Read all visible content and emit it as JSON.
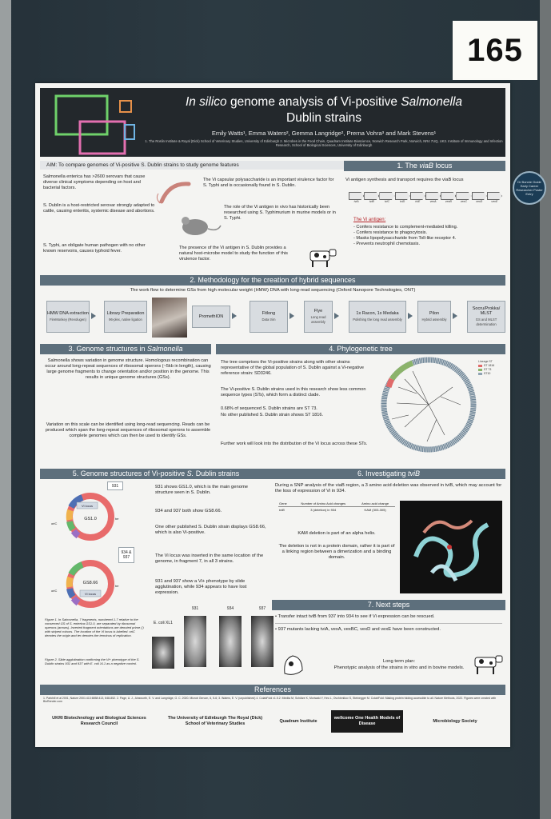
{
  "board": {
    "poster_number": "165",
    "sticker_text": "Dr Bonnie Guide Early Career Researcher Poster Entry"
  },
  "header": {
    "title_prefix": "In silico",
    "title_main": " genome analysis of Vi-positive ",
    "title_salmonella": "Salmonella",
    "title_line2": "Dublin strains",
    "authors": "Emily Watts¹, Emma Waters², Gemma Langridge², Prerna Vohra³ and Mark Stevens¹",
    "affiliations": "1. The Roslin Institute & Royal (Dick) School of Veterinary Studies, University of Edinburgh  2. Microbes in the Food Chain, Quadram Institute Bioscience, Norwich Research Park, Norwich, NR4 7UQ, UK3. Institute of Immunology and Infection Research, School of Biological Sciences, University of Edinburgh"
  },
  "aim": {
    "text": "AIM: To compare genomes of Vi-positive S. Dublin strains to study genome features",
    "p1": "Salmonella enterica has >2600 serovars that cause diverse clinical symptoms depending on host and bacterial factors.",
    "p2": "S. Dublin is a host-restricted serovar strongly adapted to cattle, causing enteritis, systemic disease and abortions.",
    "p3": "S. Typhi, an obligate human pathogen with no other known reservoirs, causes typhoid fever.",
    "p4": "The Vi capsular polysaccharide is an important virulence factor for S. Typhi and is occasionally found in S. Dublin.",
    "p5": "The role of the Vi antigen in vivo has historically been researched using S. Typhimurium in murine models or in S. Typhi.",
    "p6": "The presence of the Vi antigen in S. Dublin provides a natural host-microbe model to study the function of this virulence factor."
  },
  "viab": {
    "heading": "1. The viaB locus",
    "intro": "Vi antigen synthesis and transport requires the viaB locus",
    "genes": [
      "tviA",
      "tviB",
      "tviC",
      "tviD",
      "tviE",
      "vexA",
      "vexB",
      "vexC",
      "vexD",
      "vexE"
    ],
    "antigen_title": "The Vi antigen:",
    "bullets": [
      "Confers resistance to complement-mediated killing.",
      "Confers resistance to phagocytosis.",
      "Masks lipopolysaccharide from Toll-like receptor 4.",
      "Prevents neutrophil chemotaxis."
    ]
  },
  "methods": {
    "heading": "2. Methodology for the creation of hybrid sequences",
    "intro": "The work flow to determine GSs from high molecular weight (HMW) DNA with long-read sequencing (Oxford Nanopore Technologies, ONT)",
    "steps": [
      {
        "title": "HMW DNA extraction",
        "sub": "FireMonkey (Revolugen)"
      },
      {
        "title": "Library Preparation",
        "sub": "96-plex, native ligation"
      },
      {
        "title": "PromethION",
        "sub": ""
      },
      {
        "title": "Fitlong",
        "sub": "Data trim"
      },
      {
        "title": "Flye",
        "sub": "Long read assembly"
      },
      {
        "title": "1x Racon, 1x Medaka",
        "sub": "Polishing the long read assembly"
      },
      {
        "title": "Pilon",
        "sub": "Hybrid assembly"
      },
      {
        "title": "Socru/Prokka/ MLST",
        "sub": "GS and MLST determination"
      }
    ]
  },
  "genome_structures": {
    "heading": "3. Genome structures in Salmonella",
    "p1": "Salmonella shows variation in genome structure. Homologous recombination can occur around long-repeat sequences of ribosomal operons (~5kb in length), causing large genome fragments to change orientation and/or position in the genome. This results in unique genome structures (GSs).",
    "p2": "Variation on this scale can be identified using long-read sequencing. Reads can be produced which span the long-repeat sequences of ribosomal operons to assemble complete genomes which can then be used to identify GSs."
  },
  "phylo": {
    "heading": "4. Phylogenetic tree",
    "p1": "The tree comprises the Vi-positive strains along with other strains representative of the global population of S. Dublin against a Vi-negative reference strain: SD3246.",
    "p2": "The Vi-positive S. Dublin strains used in this research show less common sequence types (STs), which form a distinct clade.",
    "p3": "0.68% of sequenced S. Dublin strains are ST 73.",
    "p4": "No other published S. Dublin strain shows ST 1816.",
    "p5": "Further work will look into the distribution of the Vi locus across these STs.",
    "legend_title": "Lineage ST",
    "legend": [
      {
        "label": "ST 1816",
        "color": "#e06a6a"
      },
      {
        "label": "ST 73",
        "color": "#8bb36b"
      },
      {
        "label": "ST10",
        "color": "#8fa3b3"
      }
    ]
  },
  "dublin_gs": {
    "heading": "5. Genome structures of Vi-positive S. Dublin strains",
    "label_931": "931",
    "label_934_937": "934 & 937",
    "circle1_center": "GS1.0",
    "circle2_center": "GS8.66",
    "vi_label": "Vi locus",
    "oric": "oriC",
    "ter": "ter",
    "p1": "931 shows GS1.0, which is the main genome structure seen in S. Dublin.",
    "p2": "934 and 937 both show GS8.66.",
    "p3": "One other published S. Dublin strain displays GS8.66, which is also Vi-positive.",
    "p4": "The Vi locus was inserted in the same location of the genome, in fragment 7, in all 3 strains.",
    "p5": "931 and 937 show a Vi+ phenotype by slide agglutination, while 934 appears to have lost expression.",
    "fig1": "Figure 1. In Salmonella, 7 fragments, numbered 1-7 relative to the conserved GS of S. enterica GS1.0, are separated by ribosomal operons (arrows). Inverted fragment orientations are denoted prime (') with striped colours. The location of the Vi locus is labelled. oriC denotes the origin and ter denotes the terminus of replication.",
    "fig2": "Figure 2. Slide agglutination confirming the Vi+ phenotype of the S. Dublin strains 931 and 937 with E. coli XL1 as a negative control.",
    "slides": [
      "E. coli XL1",
      "931",
      "934",
      "937"
    ]
  },
  "tvib": {
    "heading": "6. Investigating tviB",
    "intro": "During a SNP analysis of the viaB region, a 3 amino acid deletion was observed in tviB, which may account for the loss of expression of Vi in 934.",
    "table_headers": [
      "Gene",
      "Number of Amino Acid changes",
      "Amino acid change"
    ],
    "table_row": [
      "tviB",
      "3 (deletion) in 934",
      "KAM (303-305)"
    ],
    "p1": "KAM deletion is part of an alpha helix.",
    "p2": "The deletion is not in a protein domain, rather it is part of a linking region between a dimerization and a binding domain."
  },
  "next": {
    "heading": "7. Next steps",
    "b1": "Transfer intact tviB from 937 into 934 to see if Vi expression can be rescued.",
    "b2": "937 mutants lacking tviA, vexA, vexBC, vexD and vexE have been constructed.",
    "plan_title": "Long term plan:",
    "plan_text": "Phenotypic analysis of the strains in vitro and in bovine models."
  },
  "references": {
    "heading": "References",
    "text": "1. Parkhill et al 2001, Nature 2001:413:6858:413, 848-852. 2. Page, A. J., Ainsworth, E. V. and Langridge, G. C. 2020. Microb Genom, 6, 5-6; 3. Waters, E. V. (unpublished) 4. ColabFold v1.5.2: Mirdita M, Schütze K, Moriwaki Y, Heo L, Ovchinnikov S, Steinegger M. ColabFold: Making protein folding accessible to all. Nature Methods, 2022. Figures were created with BioRender.com"
  },
  "logos": [
    "UKRI Biotechnology and Biological Sciences Research Council",
    "The University of Edinburgh The Royal (Dick) School of Veterinary Studies",
    "Quadram Institute",
    "wellcome One Health Models of Disease",
    "Microbiology Society"
  ]
}
